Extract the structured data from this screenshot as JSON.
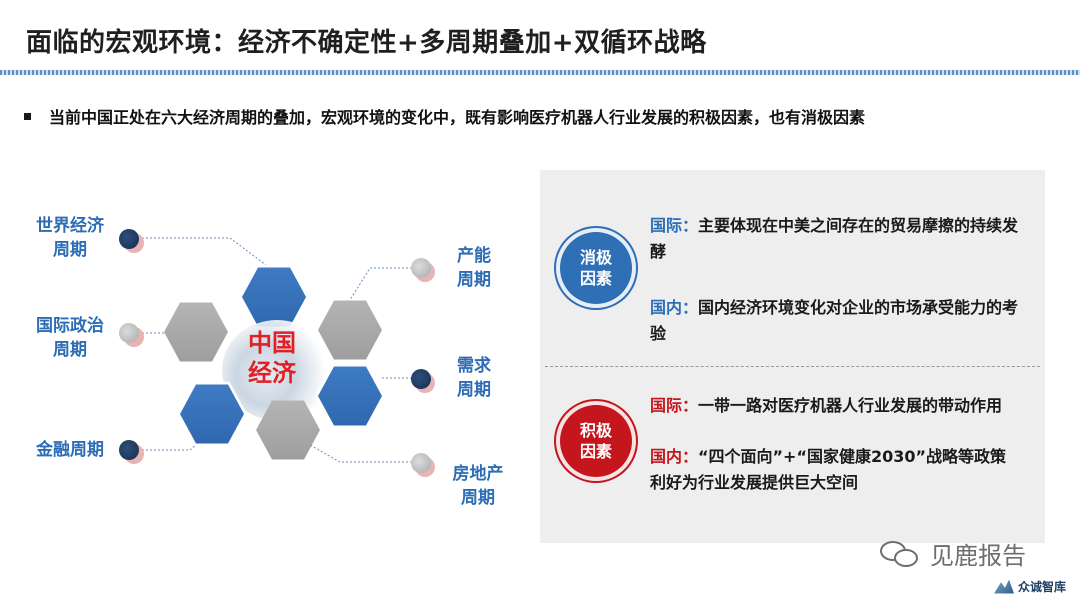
{
  "title": "面临的宏观环境：经济不确定性+多周期叠加+双循环战略",
  "bullet": "当前中国正处在六大经济周期的叠加，宏观环境的变化中，既有影响医疗机器人行业发展的积极因素，也有消极因素",
  "center": {
    "line1": "中国",
    "line2": "经济"
  },
  "cycles": {
    "world": [
      "世界经济",
      "周期"
    ],
    "politics": [
      "国际政治",
      "周期"
    ],
    "finance": "金融周期",
    "capacity": [
      "产能",
      "周期"
    ],
    "demand": [
      "需求",
      "周期"
    ],
    "realestate": [
      "房地产",
      "周期"
    ]
  },
  "negative": {
    "badge": [
      "消极",
      "因素"
    ],
    "p1_lead": "国际：",
    "p1_text": "主要体现在中美之间存在的贸易摩擦的持续发酵",
    "p2_lead": "国内：",
    "p2_text": "国内经济环境变化对企业的市场承受能力的考验"
  },
  "positive": {
    "badge": [
      "积极",
      "因素"
    ],
    "p1_lead": "国际：",
    "p1_text": "一带一路对医疗机器人行业发展的带动作用",
    "p2_lead": "国内：",
    "p2_text": "“四个面向”+“国家健康2030”战略等政策利好为行业发展提供巨大空间"
  },
  "watermark": "见鹿报告",
  "logo": "众诚智库",
  "colors": {
    "accent_blue": "#2d6db5",
    "accent_red": "#c4161c",
    "navy_dot": "#172d4d",
    "panel_bg": "#eeeeee"
  },
  "icons": [
    "wechat-icon",
    "logo-mountain-icon",
    "bullet-square-icon"
  ]
}
